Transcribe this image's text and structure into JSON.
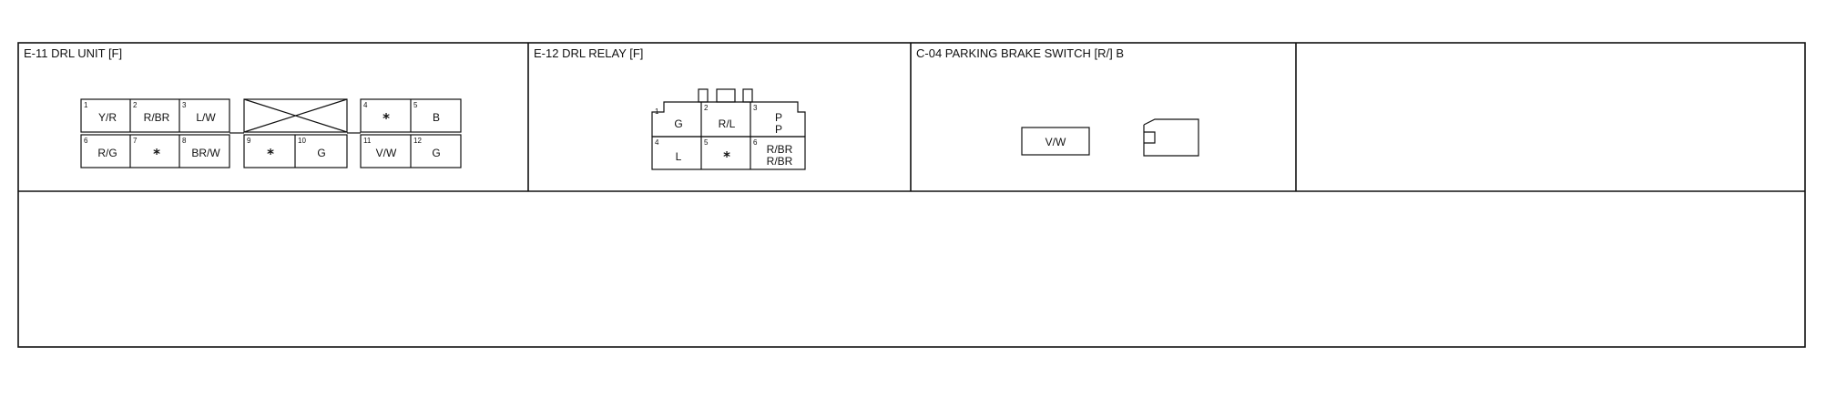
{
  "panels": [
    {
      "title": "E-11 DRL UNIT [F]"
    },
    {
      "title": "E-12 DRL RELAY [F]"
    },
    {
      "title": "C-04 PARKING BRAKE SWITCH [R/] B"
    }
  ],
  "e11": {
    "group1_top": [
      {
        "pin": "1",
        "wire": "Y/R"
      },
      {
        "pin": "2",
        "wire": "R/BR"
      },
      {
        "pin": "3",
        "wire": "L/W"
      }
    ],
    "group1_bottom": [
      {
        "pin": "6",
        "wire": "R/G"
      },
      {
        "pin": "7",
        "wire": "*"
      },
      {
        "pin": "8",
        "wire": "BR/W"
      }
    ],
    "group2_bottom": [
      {
        "pin": "9",
        "wire": "*"
      },
      {
        "pin": "10",
        "wire": "G"
      }
    ],
    "group3_top": [
      {
        "pin": "4",
        "wire": "*"
      },
      {
        "pin": "5",
        "wire": "B"
      }
    ],
    "group3_bottom": [
      {
        "pin": "11",
        "wire": "V/W"
      },
      {
        "pin": "12",
        "wire": "G"
      }
    ]
  },
  "e12": {
    "top": [
      {
        "pin": "1",
        "wire": "G"
      },
      {
        "pin": "2",
        "wire": "R/L"
      },
      {
        "pin": "3",
        "wire": "P",
        "wire2": "P"
      }
    ],
    "bottom": [
      {
        "pin": "4",
        "wire": "L"
      },
      {
        "pin": "5",
        "wire": "*"
      },
      {
        "pin": "6",
        "wire": "R/BR",
        "wire2": "R/BR"
      }
    ]
  },
  "c04": {
    "wire": "V/W"
  }
}
